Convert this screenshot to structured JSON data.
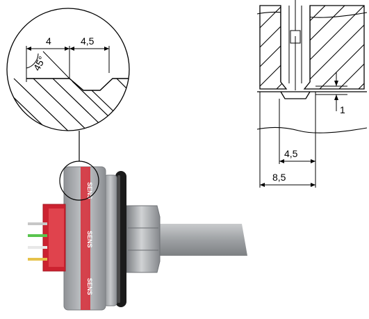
{
  "detail": {
    "dim_left": "4",
    "dim_right": "4,5",
    "angle": "45°"
  },
  "section": {
    "gap": "1",
    "inner_width": "4,5",
    "outer_width": "8,5"
  },
  "connector": {
    "side_text": "SENS"
  },
  "colors": {
    "hatch": "#000000",
    "connector_body": "#a9acb0",
    "connector_red": "#d72a36",
    "oring": "#1b1b1b"
  }
}
